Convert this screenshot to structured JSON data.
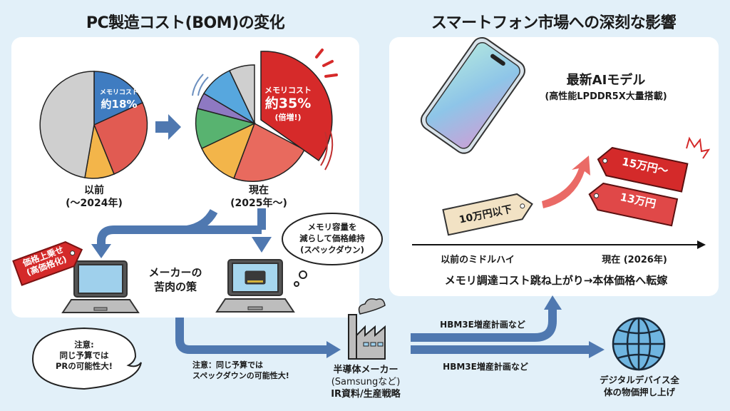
{
  "left_section": {
    "title": "PC製造コスト(BOM)の変化",
    "pie_before": {
      "label_line1": "以前",
      "label_line2": "(〜2024年)",
      "memory_label_line1": "メモリコスト",
      "memory_label_line2": "約18%"
    },
    "pie_now": {
      "label_line1": "現在",
      "label_line2": "(2025年〜)",
      "memory_label_line1": "メモリコスト",
      "memory_label_line2": "約35%",
      "memory_label_line3": "(倍増!)"
    },
    "price_tag": {
      "line1": "価格上乗せ",
      "line2": "(高価格化)"
    },
    "maker_strategy": {
      "line1": "メーカーの",
      "line2": "苦肉の策"
    },
    "thought_bubble": {
      "line1": "メモリ容量を",
      "line2": "減らして価格維持",
      "line3": "(スペックダウン)"
    }
  },
  "right_section": {
    "title": "スマートフォン市場への深刻な影響",
    "model_title": "最新AIモデル",
    "model_subtitle": "(高性能LPDDR5X大量搭載)",
    "tags": {
      "old_price": "10万円以下",
      "new_price_high": "15万円〜",
      "new_price_mid": "13万円"
    },
    "axis": {
      "left_label": "以前のミドルハイ",
      "right_label": "現在 (2026年)"
    },
    "caption": "メモリ調達コスト跳ね上がり→本体価格へ転嫁"
  },
  "bottom_flow": {
    "warning_bubble": {
      "line1": "注意:",
      "line2": "同じ予算では",
      "line3": "PRの可能性大!"
    },
    "warning_text": {
      "line1": "注意：同じ予算では",
      "line2": "スペックダウンの可能性大!"
    },
    "manufacturer": {
      "line1": "半導体メーカー",
      "line2": "(Samsungなど)",
      "line3": "IR資料/生産戦略"
    },
    "arrow_label_top": "HBM3E増産計画など",
    "arrow_label_bottom": "HBM3E増産計画など",
    "global_impact": {
      "line1": "デジタルデバイス全",
      "line2": "体の物価押し上げ"
    }
  },
  "chart_data": [
    {
      "type": "pie",
      "title": "以前 (〜2024年)",
      "categories": [
        "メモリコスト",
        "その他(赤)",
        "その他(黄)",
        "その他(灰)"
      ],
      "values": [
        18,
        26,
        9,
        47
      ],
      "colors": [
        "#3f7cc1",
        "#e15b52",
        "#f3b54a",
        "#cfcfcf"
      ]
    },
    {
      "type": "pie",
      "title": "現在 (2025年〜)",
      "categories": [
        "メモリコスト",
        "その他(赤)",
        "その他(黄)",
        "その他(緑)",
        "その他(紫)",
        "その他(青)",
        "その他(灰)"
      ],
      "values": [
        35,
        22,
        11,
        12,
        4,
        9,
        7
      ],
      "colors": [
        "#d62a2a",
        "#e86a5e",
        "#f3b54a",
        "#58b370",
        "#8e79c2",
        "#57a7de",
        "#cfcfcf"
      ]
    }
  ],
  "colors": {
    "background": "#e2f0f9",
    "panel": "#ffffff",
    "flow_arrow": "#4f78b0",
    "alert_red": "#d42a2a",
    "tag_beige": "#f2e2c4"
  }
}
